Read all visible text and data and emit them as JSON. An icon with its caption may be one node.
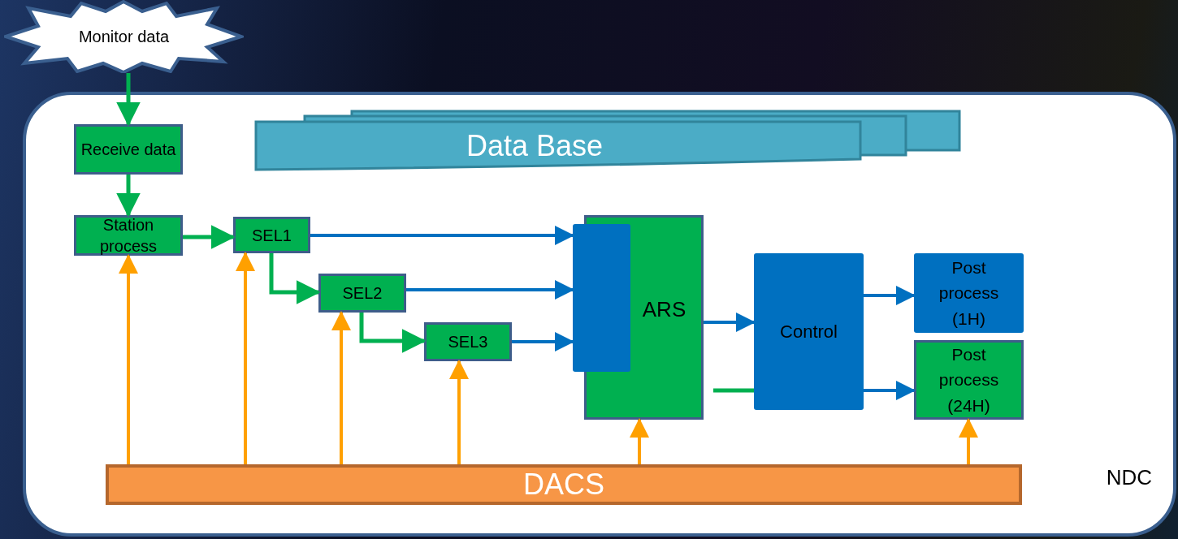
{
  "diagram": {
    "nodes": [
      {
        "text": [
          "Monitor data"
        ]
      },
      {
        "text": [
          "NDC"
        ]
      },
      {
        "text": [
          "Receive data"
        ],
        "in": 1
      },
      {
        "text": [
          "Station process"
        ],
        "in": 1
      },
      {
        "text": [
          "SEL1"
        ],
        "in": 1
      },
      {
        "text": [
          "SEL2"
        ],
        "in": 1
      },
      {
        "text": [
          "SEL3"
        ],
        "in": 1
      },
      {
        "text": [
          "Data Base"
        ],
        "in": 1
      },
      {
        "text": [
          "ARS"
        ],
        "in": 1
      },
      {
        "text": [],
        "shape": "box",
        "in": 8
      },
      {
        "text": [
          "Control"
        ],
        "in": 1
      },
      {
        "text": [
          "Post process (1H)"
        ],
        "in": 1
      },
      {
        "text": [
          "Post process (24H)"
        ],
        "in": 1
      },
      {
        "text": [
          "DACS"
        ],
        "in": 1
      }
    ],
    "edges": [
      {
        "from": 0,
        "to": 2,
        "arrow": "to"
      },
      {
        "from": 2,
        "to": 3,
        "arrow": "to"
      },
      {
        "from": 3,
        "to": 4,
        "arrow": "to"
      },
      {
        "from": 4,
        "to": 5,
        "arrow": "to"
      },
      {
        "from": 5,
        "to": 6,
        "arrow": "to"
      },
      {
        "from": 4,
        "to": 9,
        "arrow": "to",
        "color": "#0070c0"
      },
      {
        "from": 5,
        "to": 9,
        "arrow": "to",
        "color": "#0070c0"
      },
      {
        "from": 6,
        "to": 9,
        "arrow": "to",
        "color": "#0070c0"
      },
      {
        "from": 8,
        "to": 10,
        "arrow": "to",
        "color": "#0070c0"
      },
      {
        "from": 8,
        "to": 10,
        "arrow": "none"
      },
      {
        "from": 10,
        "to": 11,
        "arrow": "to",
        "color": "#0070c0"
      },
      {
        "from": 10,
        "to": 12,
        "arrow": "to",
        "color": "#0070c0"
      },
      {
        "from": 13,
        "to": 3,
        "arrow": "to",
        "color": "#ffa000"
      },
      {
        "from": 13,
        "to": 4,
        "arrow": "to",
        "color": "#ffa000"
      },
      {
        "from": 13,
        "to": 5,
        "arrow": "to",
        "color": "#ffa000"
      },
      {
        "from": 13,
        "to": 6,
        "arrow": "to",
        "color": "#ffa000"
      },
      {
        "from": 13,
        "to": 8,
        "arrow": "to",
        "color": "#ffa000"
      },
      {
        "from": 13,
        "to": 12,
        "arrow": "to",
        "color": "#ffa000"
      }
    ]
  }
}
